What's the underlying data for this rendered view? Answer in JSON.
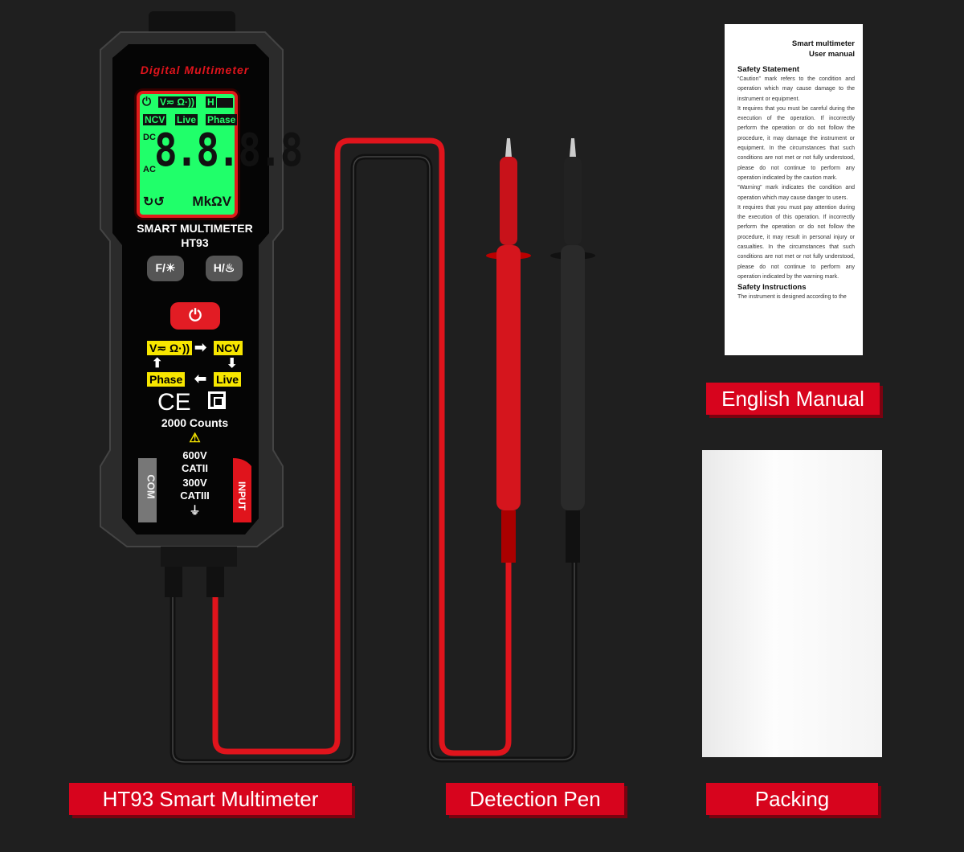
{
  "meter": {
    "brand_title": "Digital Multimeter",
    "lcd": {
      "modes": "V≂ Ω·))",
      "hold": "H",
      "ncv": "NCV",
      "live": "Live",
      "phase": "Phase",
      "dc": "DC",
      "ac": "AC",
      "digits": "8.8.8.8",
      "units": "MkΩV"
    },
    "model_name": "SMART MULTIMETER",
    "model_number": "HT93",
    "buttons": {
      "function": "F/☀",
      "hold": "H/♨"
    },
    "mode_cycle": {
      "vo": "V≂ Ω·))",
      "ncv": "NCV",
      "live": "Live",
      "phase": "Phase"
    },
    "ce_mark": "CE",
    "counts": "2000 Counts",
    "rating_1": "600V",
    "cat_1": "CATII",
    "rating_2": "300V",
    "cat_2": "CATIII",
    "com_label": "COM",
    "input_label": "INPUT"
  },
  "manual": {
    "title_1": "Smart multimeter",
    "title_2": "User manual",
    "heading_1": "Safety Statement",
    "para_1": "“Caution” mark refers to the condition and operation which may cause damage to the instrument or equipment.",
    "para_2": "It requires that you must be careful during the execution of the operation. If incorrectly perform the operation or do not follow the procedure, it may damage the instrument or equipment. In the circumstances that such conditions are not met or not fully understood, please do not continue to perform any operation indicated by the caution mark.",
    "para_3": "“Warning” mark indicates the condition and operation which may cause danger to users.",
    "para_4": "It requires that you must pay attention during the execution of this operation. If incorrectly perform the operation or do not follow the procedure, it may result in personal injury or casualties. In the circumstances that such conditions are not met or not fully understood, please do not continue to perform any operation indicated by the warning mark.",
    "heading_2": "Safety Instructions",
    "para_5": "The instrument is designed according to the"
  },
  "labels": {
    "english_manual": "English Manual",
    "multimeter": "HT93 Smart Multimeter",
    "detection_pen": "Detection Pen",
    "packing": "Packing"
  },
  "colors": {
    "background": "#1f1f1f",
    "label_red": "#d7041d",
    "lcd_green": "#20ff6a",
    "mode_yellow": "#f7e600"
  }
}
